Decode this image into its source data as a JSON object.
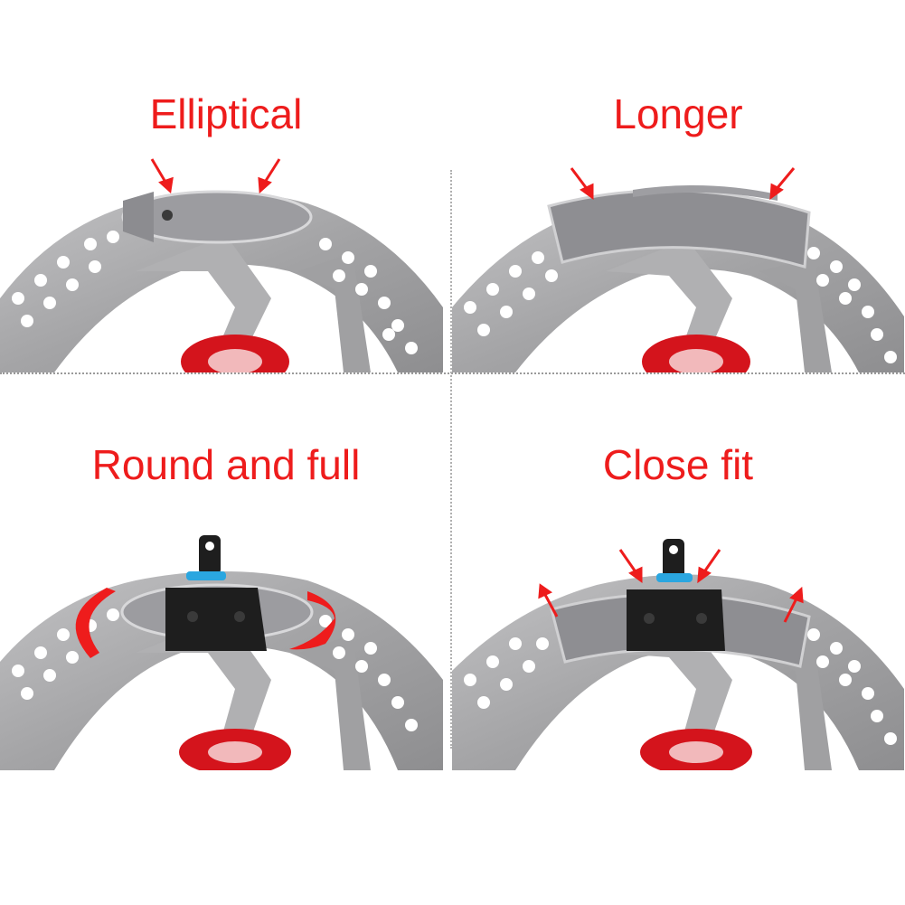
{
  "panels": [
    {
      "id": "elliptical",
      "title": "Elliptical"
    },
    {
      "id": "longer",
      "title": "Longer"
    },
    {
      "id": "round-full",
      "title": "Round and full"
    },
    {
      "id": "close-fit",
      "title": "Close fit"
    }
  ],
  "colors": {
    "title_red": "#ee1c1c",
    "rotor_steel": "#a9a9ab",
    "hub_red": "#d4141c",
    "pad_black": "#1e1e1e",
    "spring_blue": "#2aa6e0",
    "background": "#ffffff"
  },
  "icons": [
    "brake-rotor-icon",
    "brake-pad-icon",
    "red-arrow-icon",
    "curved-arrow-icon"
  ]
}
